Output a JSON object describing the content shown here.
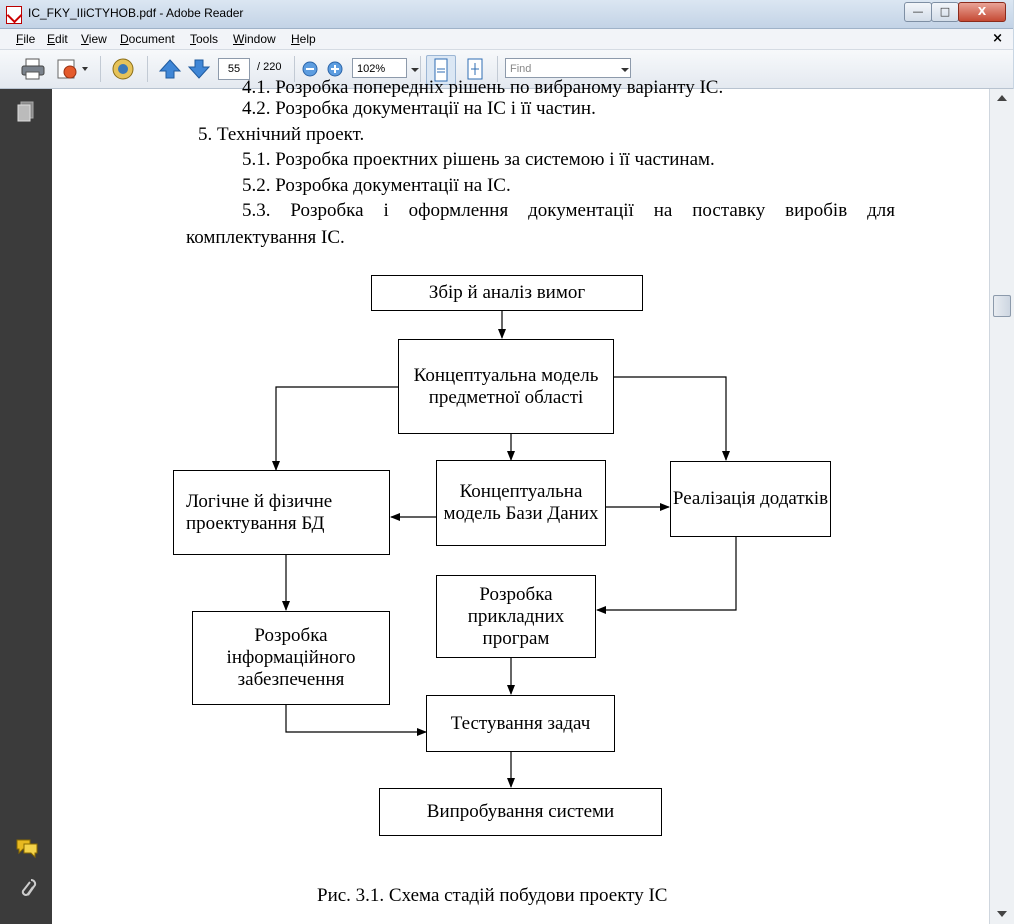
{
  "window": {
    "title": "IC_FKY_IIiCTYHOB.pdf - Adobe Reader"
  },
  "window_controls": {
    "minimize": "—",
    "restore": "□",
    "close": "X"
  },
  "menu": {
    "items": [
      {
        "ul": "F",
        "rest": "ile"
      },
      {
        "ul": "E",
        "rest": "dit"
      },
      {
        "ul": "V",
        "rest": "iew"
      },
      {
        "ul": "D",
        "rest": "ocument"
      },
      {
        "ul": "T",
        "rest": "ools"
      },
      {
        "ul": "W",
        "rest": "indow"
      },
      {
        "ul": "H",
        "rest": "elp"
      }
    ],
    "close_doc": "×"
  },
  "toolbar": {
    "page_current": "55",
    "page_total": "/ 220",
    "zoom": "102%",
    "find_placeholder": "Find"
  },
  "document": {
    "lines": [
      "4.1. Розробка попередніх рішень по вибраному варіанту ІС.",
      "4.2. Розробка документації на ІС і її частин.",
      "5. Технічний проект.",
      "5.1. Розробка проектних рішень за системою і її частинам.",
      "5.2. Розробка документації на ІС.",
      "5.3. Розробка і оформлення документації на поставку виробів для",
      "комплектування ІС."
    ],
    "diagram": {
      "requirements": "Збір й аналіз вимог",
      "conceptual_model": "Концептуальна модель предметної області",
      "logical_design": "Логічне й фізичне проектування БД",
      "db_model": "Концептуальна модель Бази Даних",
      "app_implementation": "Реалізація додатків",
      "app_programs": "Розробка прикладних програм",
      "info_support": "Розробка інформаційного забезпечення",
      "task_testing": "Тестування задач",
      "system_trial": "Випробування системи"
    },
    "caption": "Рис. 3.1. Схема стадій побудови проекту ІС"
  }
}
